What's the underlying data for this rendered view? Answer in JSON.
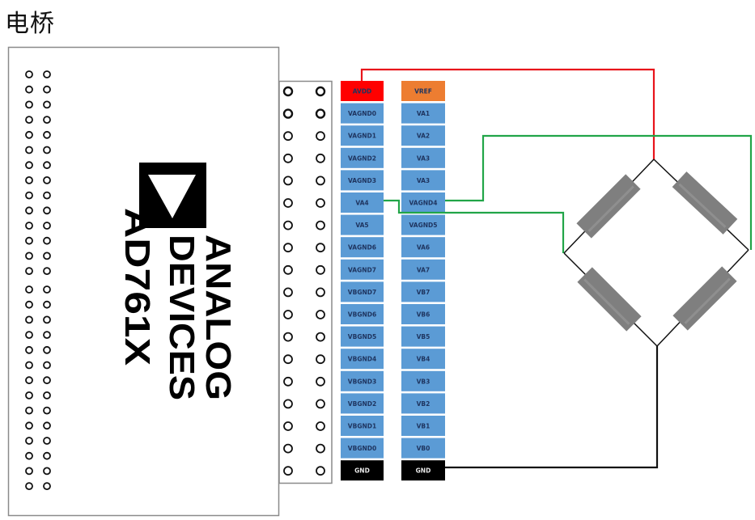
{
  "title": "电桥",
  "board": {
    "brand_line1": "ANALOG",
    "brand_line2": "DEVICES",
    "part_number": "AD761X",
    "logo_icon": "analog-devices-triangle-logo-icon"
  },
  "pins": {
    "left_column": [
      "AVDD",
      "VAGND0",
      "VAGND1",
      "VAGND2",
      "VAGND3",
      "VA4",
      "VA5",
      "VAGND6",
      "VAGND7",
      "VBGND7",
      "VBGND6",
      "VBGND5",
      "VBGND4",
      "VBGND3",
      "VBGND2",
      "VBGND1",
      "VBGND0",
      "GND"
    ],
    "right_column": [
      "VREF",
      "VA1",
      "VA2",
      "VA3",
      "VA3",
      "VAGND4",
      "VAGND5",
      "VA6",
      "VA7",
      "VB7",
      "VB6",
      "VB5",
      "VB4",
      "VB3",
      "VB2",
      "VB1",
      "VB0",
      "GND"
    ]
  },
  "colors": {
    "pin_default": "#5b9bd5",
    "pin_avdd": "#ff0000",
    "pin_vref": "#ed7d31",
    "pin_gnd": "#000000",
    "wire_power": "#e8141b",
    "wire_signal": "#21a548",
    "wire_ground": "#111111",
    "resistor": "#7f7f7f"
  },
  "bridge": {
    "resistor_count": 4,
    "connections": [
      {
        "from": "AVDD",
        "to": "bridge-top",
        "wire": "power"
      },
      {
        "from": "VAGND4",
        "to": "bridge-right",
        "wire": "signal"
      },
      {
        "from": "VA4",
        "to": "bridge-left",
        "wire": "signal"
      },
      {
        "from": "GND",
        "to": "bridge-bottom",
        "wire": "ground"
      }
    ]
  }
}
